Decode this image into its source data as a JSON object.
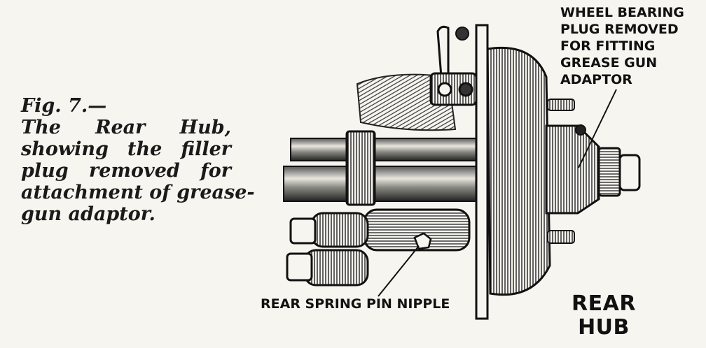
{
  "caption": {
    "fig_number": "Fig. 7.—",
    "lines": [
      "The Rear Hub,",
      "showing the filler",
      "plug removed for",
      "attachment of grease-",
      "gun adaptor."
    ]
  },
  "labels": {
    "wheel_bearing": [
      "WHEEL BEARING",
      "PLUG REMOVED",
      "FOR FITTING",
      "GREASE GUN",
      "ADAPTOR"
    ],
    "spring_pin_nipple": "REAR SPRING PIN NIPPLE",
    "title": [
      "REAR",
      "HUB"
    ]
  },
  "colors": {
    "ink": "#111111",
    "paper": "#f7f5ef"
  }
}
